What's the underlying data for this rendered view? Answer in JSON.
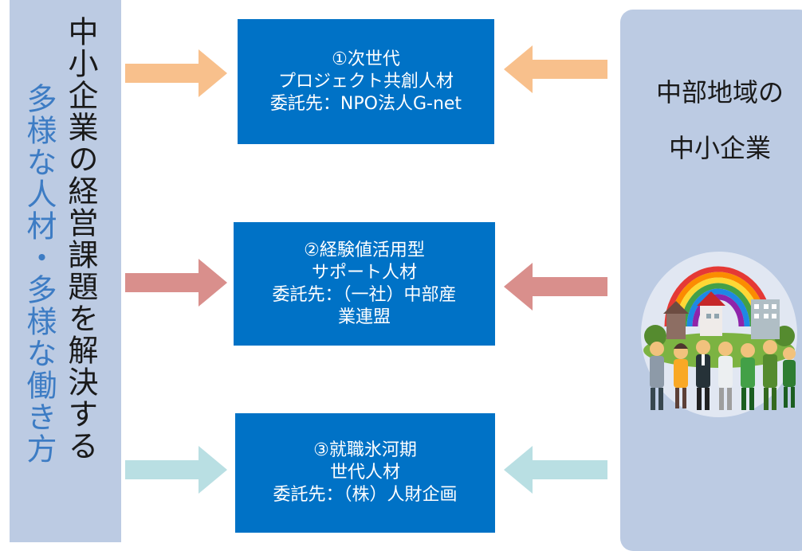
{
  "left_panel": {
    "col_main": "中小企業の経営課題を解決する",
    "col_sub": "多様な人材・多様な働き方"
  },
  "right_panel": {
    "line1": "中部地域の",
    "line2": "中小企業"
  },
  "boxes": [
    {
      "line1": "①次世代",
      "line2": "プロジェクト共創人材",
      "line3": "委託先：NPO法人G-net",
      "line4": ""
    },
    {
      "line1": "②経験値活用型",
      "line2": "サポート人材",
      "line3": "委託先：（一社）中部産",
      "line4": "業連盟"
    },
    {
      "line1": "③就職氷河期",
      "line2": "世代人材",
      "line3": "委託先：（株）人財企画",
      "line4": ""
    }
  ],
  "colors": {
    "box_blue": "#0072c6",
    "panel_blue": "#bccbe3",
    "arrow_orange": "#f8c08c",
    "arrow_red": "#d98f8c",
    "arrow_cyan": "#b9dfe3"
  }
}
